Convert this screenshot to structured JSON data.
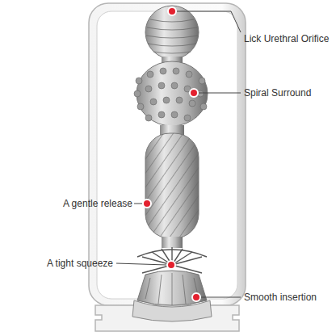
{
  "diagram": {
    "labels": [
      "Lick Urethral Orifice",
      "Spiral Surround",
      "A gentle release",
      "A tight squeeze",
      "Smooth insertion"
    ]
  }
}
